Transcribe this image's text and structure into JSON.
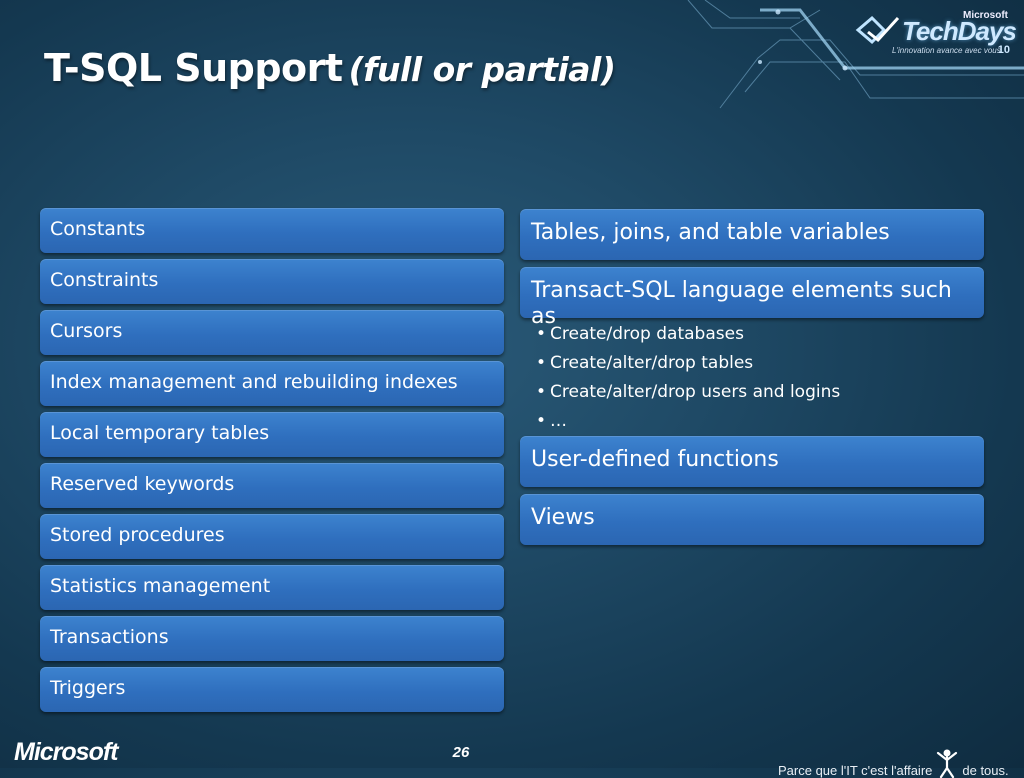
{
  "title": {
    "main": "T-SQL Support",
    "sub": "(full or partial)"
  },
  "brand": {
    "top": "Microsoft",
    "name": "TechDays",
    "tagline": "L'innovation avance avec vous",
    "edition": "10"
  },
  "left_items": [
    "Constants",
    "Constraints",
    "Cursors",
    "Index management and rebuilding indexes",
    "Local temporary tables",
    "Reserved keywords",
    "Stored procedures",
    "Statistics management",
    "Transactions",
    "Triggers"
  ],
  "right": {
    "box1": "Tables, joins, and table variables",
    "box2": "Transact-SQL language elements such as",
    "bullets": [
      "Create/drop databases",
      "Create/alter/drop tables",
      "Create/alter/drop users and logins",
      "…"
    ],
    "box3": "User-defined functions",
    "box4": "Views"
  },
  "footer": {
    "logo": "Microsoft",
    "page": "26",
    "tagline_pre": "Parce que l'IT c'est l'affaire",
    "tagline_post": "de tous."
  },
  "colors": {
    "box": "#2f6fbe",
    "background": "#1f4a66"
  },
  "icons": [
    "techdays-logo-icon",
    "person-figure-icon"
  ]
}
